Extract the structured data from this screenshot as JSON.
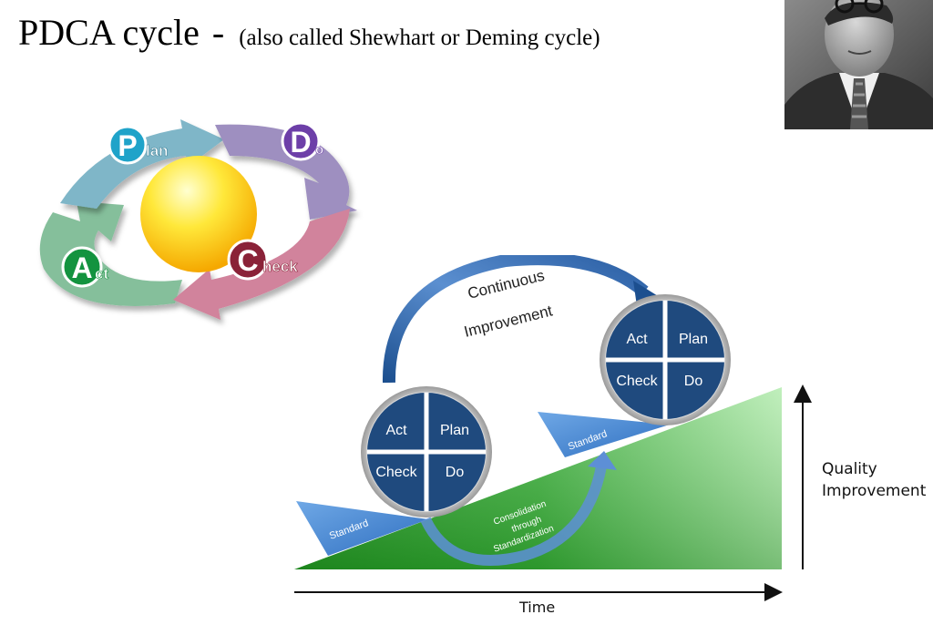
{
  "title": {
    "main": "PDCA cycle",
    "dash": "-",
    "subtitle": "(also called Shewhart or Deming cycle)"
  },
  "cycle_diagram": {
    "plan": {
      "initial": "P",
      "rest": "lan"
    },
    "do": {
      "initial": "D",
      "rest": "o"
    },
    "check": {
      "initial": "C",
      "rest": "heck"
    },
    "act": {
      "initial": "A",
      "rest": "ct"
    },
    "colors": {
      "plan": "#7fb6c8",
      "do": "#9e8fc0",
      "check": "#d1839c",
      "act": "#85bf9b"
    }
  },
  "improvement_diagram": {
    "arc_label_line1": "Continuous",
    "arc_label_line2": "Improvement",
    "wheel_low": {
      "act": "Act",
      "plan": "Plan",
      "check": "Check",
      "do": "Do"
    },
    "wheel_high": {
      "act": "Act",
      "plan": "Plan",
      "check": "Check",
      "do": "Do"
    },
    "standard_low": "Standard",
    "standard_high": "Standard",
    "consolidation_line1": "Consolidation",
    "consolidation_line2": "through",
    "consolidation_line3": "Standardization",
    "y_axis_line1": "Quality",
    "y_axis_line2": "Improvement",
    "x_axis": "Time"
  }
}
